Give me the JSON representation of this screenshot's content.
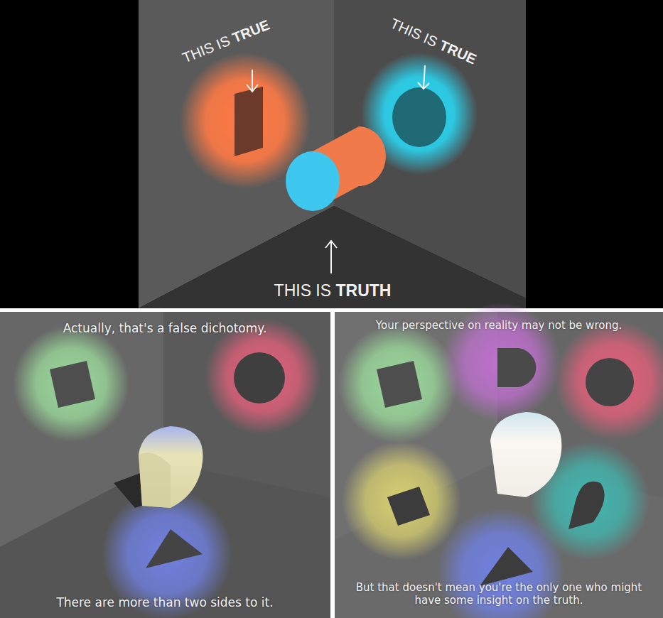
{
  "diagram": {
    "labels": [
      "THIS IS TRUE",
      "THIS IS TRUE",
      "THIS IS TRUTH",
      "Actually, that's a false dichotomy.",
      "There are more than two sides to it.",
      "Your perspective on reality may not be wrong.",
      "But that doesn't mean you're the only one who might have some insight on the truth."
    ]
  }
}
